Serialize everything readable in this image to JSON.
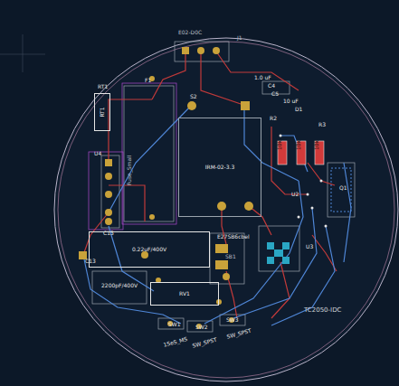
{
  "diagram": {
    "nodes": [
      {
        "text": [
          "IRM-02-3.3"
        ]
      },
      {
        "text": [
          "RT1"
        ]
      },
      {
        "text": [
          "0.22uF/400V"
        ]
      },
      {
        "text": [
          "RV1"
        ]
      }
    ],
    "labels": [
      "E02-D0C",
      "J1",
      "RT1",
      "F1",
      "S2",
      "1.0 uF",
      "C4",
      "C5",
      "10 uF",
      "D1",
      "R2",
      "R3",
      "10k",
      "10k",
      "10k",
      "U4",
      "C13",
      "C13",
      "Fuse_Small",
      "E27SB6cbel",
      "SB1",
      "2200pF/400V",
      "U2",
      "U3",
      "Q1",
      "TC2050-IDC",
      "SW1",
      "SW2",
      "SW3",
      "1SeS_MS",
      "SW_SPST",
      "SW_SPST"
    ]
  }
}
